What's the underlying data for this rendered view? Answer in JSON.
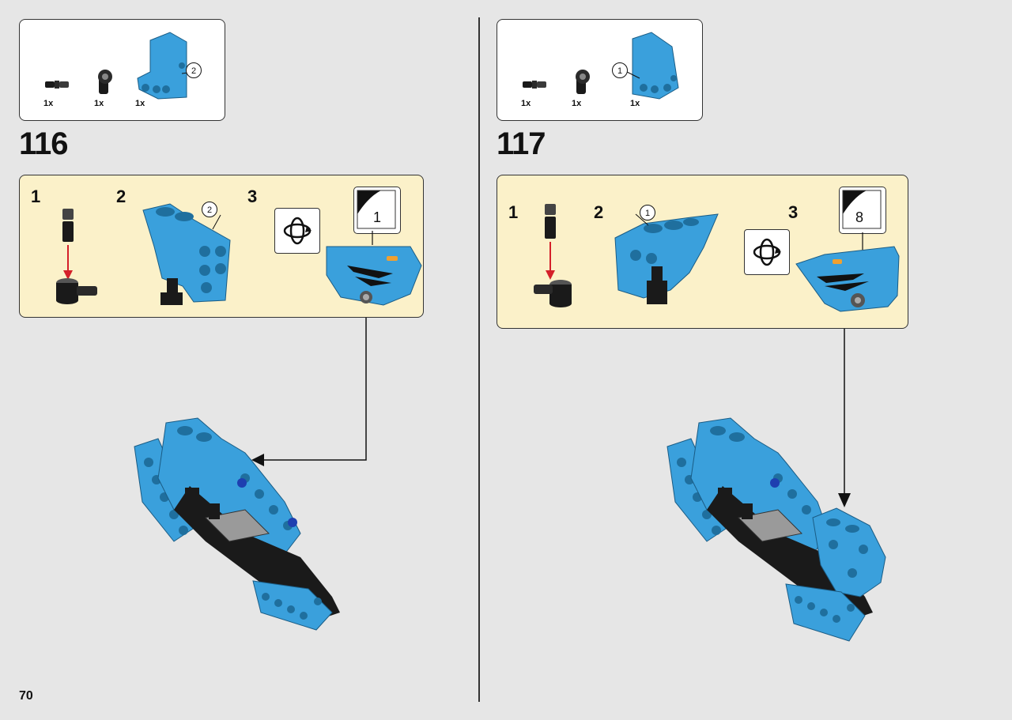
{
  "page_number": "70",
  "steps": [
    {
      "number": "116",
      "parts": [
        {
          "qty": "1x",
          "icon": "pin-with-friction-icon"
        },
        {
          "qty": "1x",
          "icon": "connector-elbow-icon"
        },
        {
          "qty": "1x",
          "icon": "blue-panel-icon",
          "callout": "2"
        }
      ],
      "substeps": [
        {
          "num": "1"
        },
        {
          "num": "2",
          "callout": "2"
        },
        {
          "num": "3",
          "rotate_icon": "rotate-model-icon",
          "count_badge": "1"
        }
      ]
    },
    {
      "number": "117",
      "parts": [
        {
          "qty": "1x",
          "icon": "pin-with-friction-icon"
        },
        {
          "qty": "1x",
          "icon": "connector-elbow-icon"
        },
        {
          "qty": "1x",
          "icon": "blue-panel-icon",
          "callout": "1"
        }
      ],
      "substeps": [
        {
          "num": "1"
        },
        {
          "num": "2",
          "callout": "1"
        },
        {
          "num": "3",
          "rotate_icon": "rotate-model-icon",
          "count_badge": "8"
        }
      ]
    }
  ],
  "colors": {
    "background": "#e6e6e6",
    "panel_fill": "#fbf1c9",
    "part_blue": "#3aa0dc",
    "arrow_red": "#d4202a",
    "black": "#1a1a1a"
  }
}
